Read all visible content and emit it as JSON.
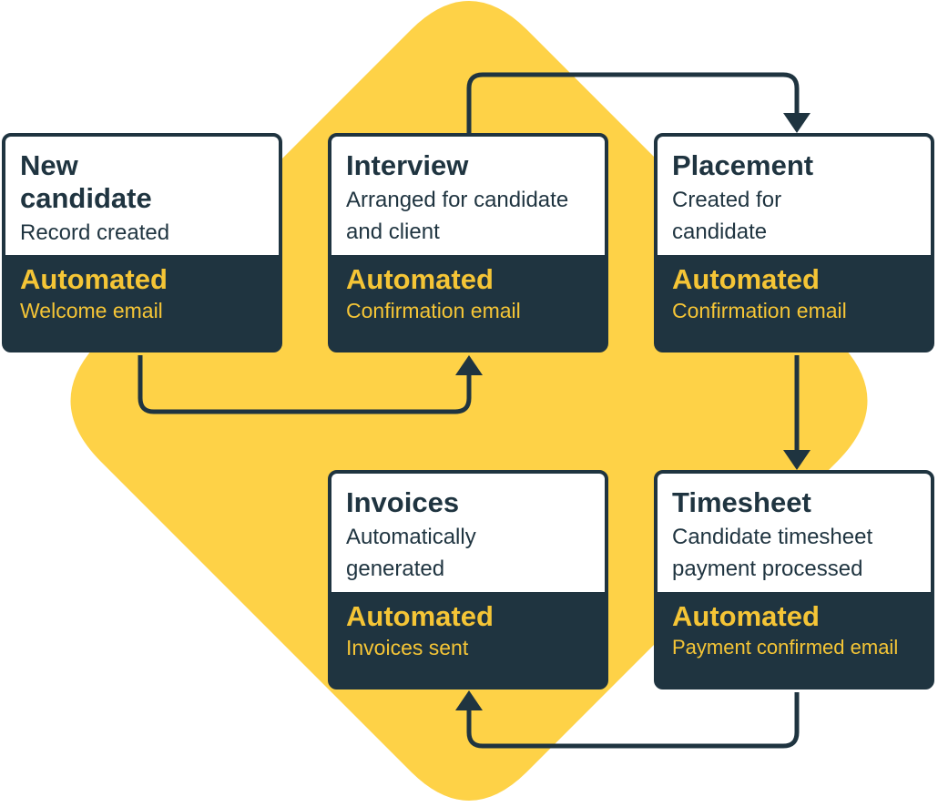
{
  "colors": {
    "dark": "#1f3440",
    "accent": "#f5c536",
    "background_shape": "#fed247",
    "card_top": "#ffffff"
  },
  "stages": [
    {
      "id": "new-candidate",
      "title_lines": [
        "New",
        "candidate"
      ],
      "desc_lines": [
        "Record created"
      ],
      "automated_label": "Automated",
      "action": "Welcome email"
    },
    {
      "id": "interview",
      "title_lines": [
        "Interview"
      ],
      "desc_lines": [
        "Arranged for candidate",
        "and client"
      ],
      "automated_label": "Automated",
      "action": "Confirmation email"
    },
    {
      "id": "placement",
      "title_lines": [
        "Placement"
      ],
      "desc_lines": [
        "Created for",
        "candidate"
      ],
      "automated_label": "Automated",
      "action": "Confirmation email"
    },
    {
      "id": "invoices",
      "title_lines": [
        "Invoices"
      ],
      "desc_lines": [
        "Automatically",
        "generated"
      ],
      "automated_label": "Automated",
      "action": "Invoices sent"
    },
    {
      "id": "timesheet",
      "title_lines": [
        "Timesheet"
      ],
      "desc_lines": [
        "Candidate timesheet",
        "payment processed"
      ],
      "automated_label": "Automated",
      "action": "Payment confirmed email"
    }
  ],
  "flow": [
    {
      "from": "new-candidate",
      "to": "interview"
    },
    {
      "from": "interview",
      "to": "placement"
    },
    {
      "from": "placement",
      "to": "timesheet"
    },
    {
      "from": "timesheet",
      "to": "invoices"
    }
  ]
}
